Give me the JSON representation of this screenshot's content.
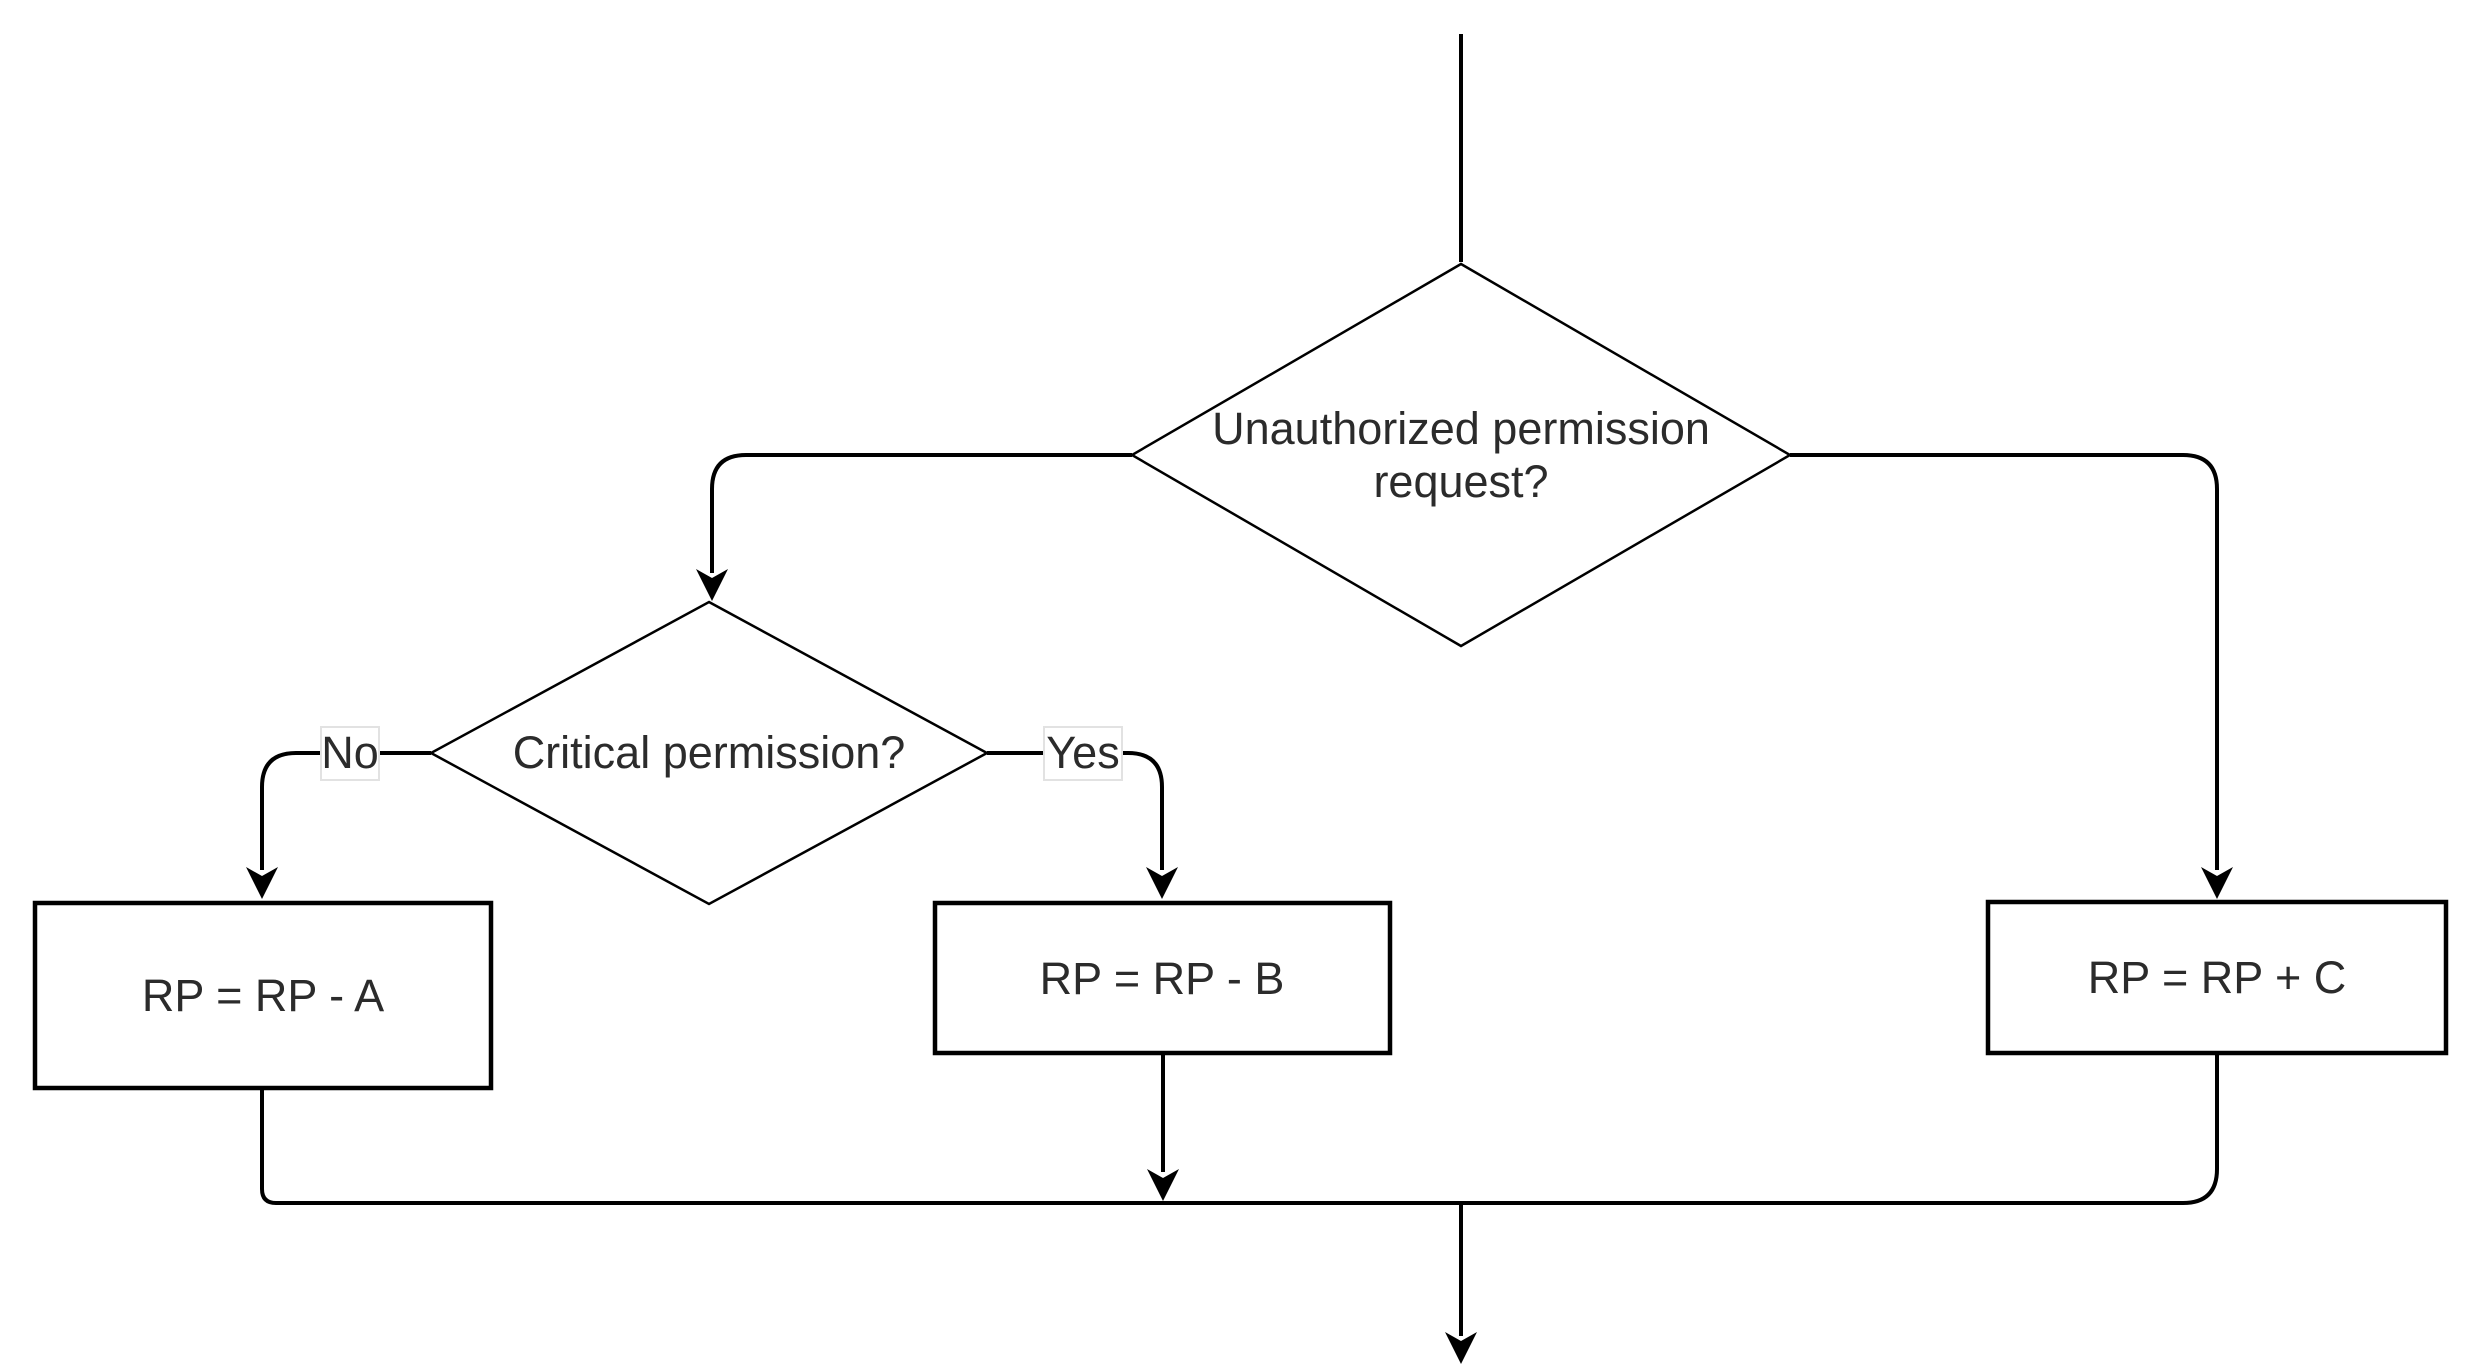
{
  "diagram": {
    "type": "flowchart",
    "background": "#ffffff",
    "nodes": [
      {
        "id": "decision-unauthorized",
        "shape": "diamond",
        "label": "Unauthorized permission request?",
        "line1": "Unauthorized permission",
        "line2": "request?"
      },
      {
        "id": "decision-critical",
        "shape": "diamond",
        "label": "Critical permission?"
      },
      {
        "id": "process-rp-minus-a",
        "shape": "rectangle",
        "label": "RP = RP - A"
      },
      {
        "id": "process-rp-minus-b",
        "shape": "rectangle",
        "label": "RP = RP - B"
      },
      {
        "id": "process-rp-plus-c",
        "shape": "rectangle",
        "label": "RP = RP + C"
      }
    ],
    "edge_labels": {
      "no": "No",
      "yes": "Yes"
    },
    "colors": {
      "stroke": "#000000",
      "text": "#2b2b2b",
      "node_fill": "#ffffff",
      "edge_label_background": "#ffffff",
      "edge_label_border": "#e2e2e2"
    }
  }
}
